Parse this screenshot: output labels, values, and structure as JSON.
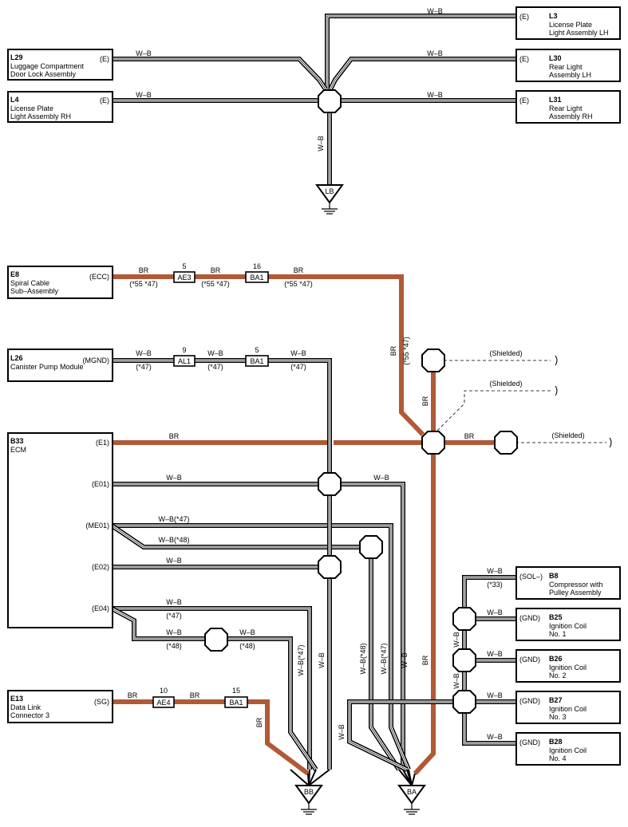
{
  "colors": {
    "br_wire": "#b05a36",
    "wire": "#000000",
    "background": "#ffffff"
  },
  "wire_labels": {
    "wb": "W–B",
    "br": "BR",
    "wb47": "W–B(*47)",
    "wb48": "W–B(*48)"
  },
  "notes": {
    "n55_47": "(*55 *47)",
    "n47": "(*47)",
    "n48": "(*48)",
    "n33": "(*33)",
    "shielded": "(Shielded)"
  },
  "components": {
    "L29": {
      "code": "L29",
      "name1": "Luggage Compartment",
      "name2": "Door Lock Assembly",
      "pin": "(E)"
    },
    "L4": {
      "code": "L4",
      "name1": "License Plate",
      "name2": "Light Assembly RH",
      "pin": "(E)"
    },
    "L3": {
      "code": "L3",
      "name1": "License Plate",
      "name2": "Light Assembly LH",
      "pin": "(E)"
    },
    "L30": {
      "code": "L30",
      "name1": "Rear Light",
      "name2": "Assembly LH",
      "pin": "(E)"
    },
    "L31": {
      "code": "L31",
      "name1": "Rear Light",
      "name2": "Assembly RH",
      "pin": "(E)"
    },
    "E8": {
      "code": "E8",
      "name1": "Spiral Cable",
      "name2": "Sub–Assembly",
      "pin": "(ECC)"
    },
    "L26": {
      "code": "L26",
      "name1": "Canister Pump Module",
      "pin": "(MGND)"
    },
    "B33": {
      "code": "B33",
      "name1": "ECM",
      "pins": [
        "(E1)",
        "(E01)",
        "(ME01)",
        "(E02)",
        "(E04)"
      ]
    },
    "E13": {
      "code": "E13",
      "name1": "Data Link",
      "name2": "Connector 3",
      "pin": "(SG)"
    },
    "B8": {
      "code": "B8",
      "name1": "Compressor with",
      "name2": "Pulley Assembly",
      "pin": "(SOL–)"
    },
    "B25": {
      "code": "B25",
      "name1": "Ignition Coil",
      "name2": "No.  1",
      "pin": "(GND)"
    },
    "B26": {
      "code": "B26",
      "name1": "Ignition Coil",
      "name2": "No.  2",
      "pin": "(GND)"
    },
    "B27": {
      "code": "B27",
      "name1": "Ignition Coil",
      "name2": "No.  3",
      "pin": "(GND)"
    },
    "B28": {
      "code": "B28",
      "name1": "Ignition Coil",
      "name2": "No.  4",
      "pin": "(GND)"
    }
  },
  "connectors": {
    "ae3": {
      "name": "AE3",
      "pin": "5"
    },
    "ba1_top": {
      "name": "BA1",
      "pin": "16"
    },
    "al1": {
      "name": "AL1",
      "pin": "9"
    },
    "ba1_mid": {
      "name": "BA1",
      "pin": "5"
    },
    "ae4": {
      "name": "AE4",
      "pin": "10"
    },
    "ba1_bot": {
      "name": "BA1",
      "pin": "15"
    }
  },
  "grounds": {
    "lb": "LB",
    "bb": "BB",
    "ba": "BA"
  }
}
